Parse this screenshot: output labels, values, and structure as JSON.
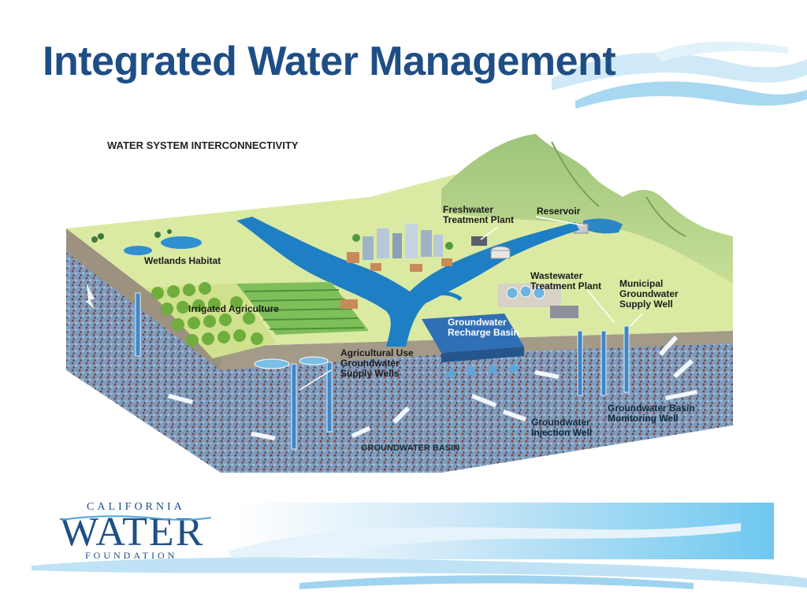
{
  "slide": {
    "title": "Integrated Water Management"
  },
  "diagram": {
    "heading": "WATER SYSTEM INTERCONNECTIVITY",
    "labels": {
      "freshwater": "Freshwater\nTreatment Plant",
      "reservoir": "Reservoir",
      "wetlands": "Wetlands Habitat",
      "wastewater": "Wastewater\nTreatment Plant",
      "municipal": "Municipal\nGroundwater\nSupply Well",
      "irrigated": "Irrigated Agriculture",
      "recharge": "Groundwater\nRecharge Basin",
      "agri_wells": "Agricultural Use\nGroundwater\nSupply Wells",
      "monitoring": "Groundwater Basin\nMonitoring Well",
      "injection": "Groundwater\nInjection Well",
      "basin": "GROUNDWATER BASIN"
    },
    "colors": {
      "land": "#d9e9a0",
      "hills": "#8fb86a",
      "river": "#1f7fc4",
      "soil_front": "#6d8fb3",
      "soil_dots": "#8b3a2a",
      "crust": "#a39a88"
    }
  },
  "logo": {
    "top": "CALIFORNIA",
    "main": "WATER",
    "bottom": "FOUNDATION"
  },
  "brand_colors": {
    "title_blue": "#1f4e86",
    "wave_light": "#bfe2f5",
    "wave_mid": "#6fc3ea"
  }
}
